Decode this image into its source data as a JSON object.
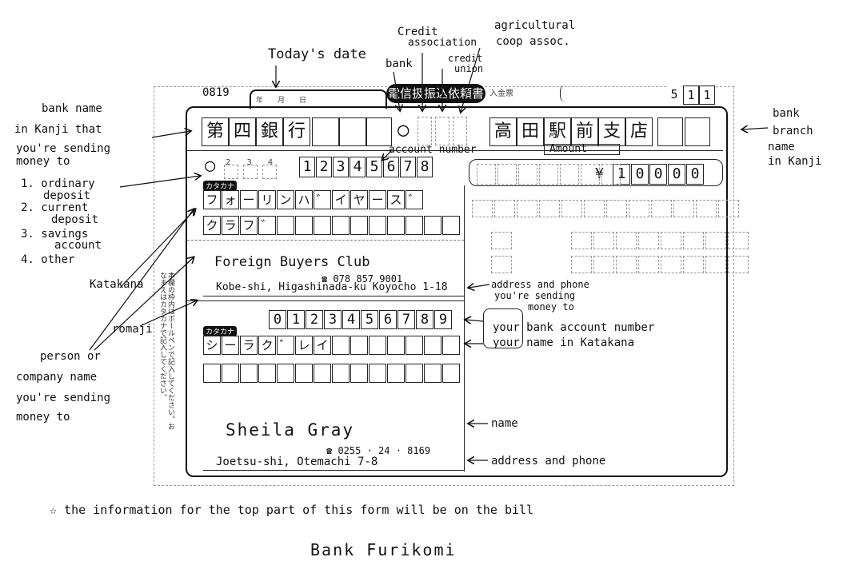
{
  "form": {
    "form_code": "0819",
    "title_chip": "電信扱振込依頼書",
    "voucher_digits": [
      "5",
      "1",
      "1"
    ],
    "bank_name_chars": [
      "第",
      "四",
      "銀",
      "行"
    ],
    "bank_type_mark": "○",
    "branch_name_chars": [
      "高",
      "田",
      "駅",
      "前",
      "支",
      "店"
    ],
    "account_type_mark": "○",
    "account_number_digits": [
      "1",
      "2",
      "3",
      "4",
      "5",
      "6",
      "7",
      "8"
    ],
    "amount_digits": [
      "1",
      "0",
      "0",
      "0",
      "0"
    ],
    "yen_mark": "¥",
    "recipient_katakana_line1": [
      "フ",
      "ォ",
      "ー",
      "リ",
      "ン",
      "ハ",
      "゛",
      "イ",
      "ヤ",
      "ー",
      "ス",
      "゛"
    ],
    "recipient_katakana_line2": [
      "ク",
      "ラ",
      "フ",
      "゛"
    ],
    "recipient_romaji": "Foreign Buyers Club",
    "recipient_phone": "☎ 078 857 9001",
    "recipient_address": "Kobe-shi, Higashinada-ku Koyocho 1-18",
    "sender_account_digits": [
      "0",
      "1",
      "2",
      "3",
      "4",
      "5",
      "6",
      "7",
      "8",
      "9"
    ],
    "sender_katakana": [
      "シ",
      "ー",
      "ラ",
      "ク",
      "゛",
      "レ",
      "イ"
    ],
    "sender_name": "Sheila Gray",
    "sender_phone": "☎ 0255 · 24 · 8169",
    "sender_address": "Joetsu-shi, Otemachi 7-8"
  },
  "annotations": {
    "todays_date": "Today's date",
    "bank": "bank",
    "credit_association": [
      "Credit",
      "association"
    ],
    "credit_union": [
      "credit",
      "union"
    ],
    "agricultural": [
      "agricultural",
      "coop assoc."
    ],
    "bank_name_kanji": [
      "bank name",
      "in Kanji that",
      "you're sending",
      "money to"
    ],
    "bank_branch": [
      "bank",
      "branch",
      "name",
      "in Kanji"
    ],
    "account_types": [
      "1. ordinary",
      "deposit",
      "2. current",
      "deposit",
      "3. savings",
      "account",
      "4. other"
    ],
    "account_number": "account number",
    "amount": "Amount",
    "katakana": "Katakana",
    "romaji": "romaji",
    "person_company": [
      "person or",
      "company name",
      "you're sending",
      "money to"
    ],
    "address_phone_recipient": [
      "address and phone",
      "you're sending",
      "money to"
    ],
    "your_account": "your bank account number",
    "your_name": "your name in Katakana",
    "name": "name",
    "address_phone": "address and phone",
    "footnote": "☆ the information for the top part of this form will be on the bill",
    "title": "Bank Furikomi"
  }
}
